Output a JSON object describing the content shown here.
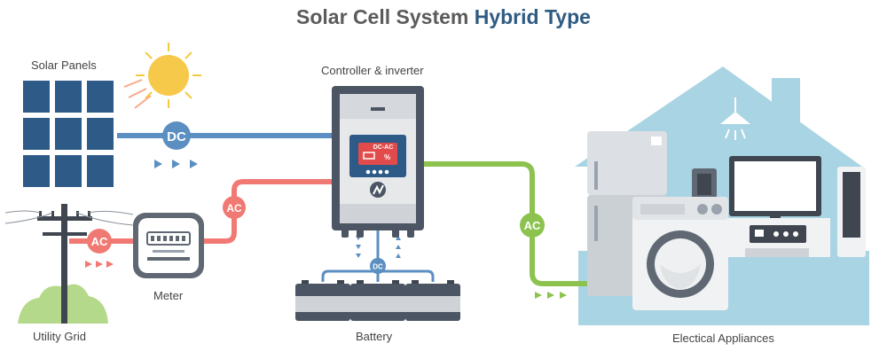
{
  "title": {
    "main": "Solar Cell System",
    "accent": "Hybrid Type"
  },
  "labels": {
    "solar_panels": "Solar Panels",
    "controller": "Controller & inverter",
    "meter": "Meter",
    "utility_grid": "Utility Grid",
    "battery": "Battery",
    "appliances": "Electical Appliances"
  },
  "badges": {
    "dc_main": "DC",
    "ac_grid": "AC",
    "ac_meter": "AC",
    "ac_house": "AC",
    "dc_battery": "DC"
  },
  "inverter_screen": {
    "mode": "DC-AC",
    "percent": "%"
  },
  "colors": {
    "dc_line": "#5b8fc2",
    "ac_grid_line": "#f07a73",
    "ac_house_line": "#8cc34f",
    "house": "#a9d4e3",
    "panel": "#2d5a87"
  }
}
